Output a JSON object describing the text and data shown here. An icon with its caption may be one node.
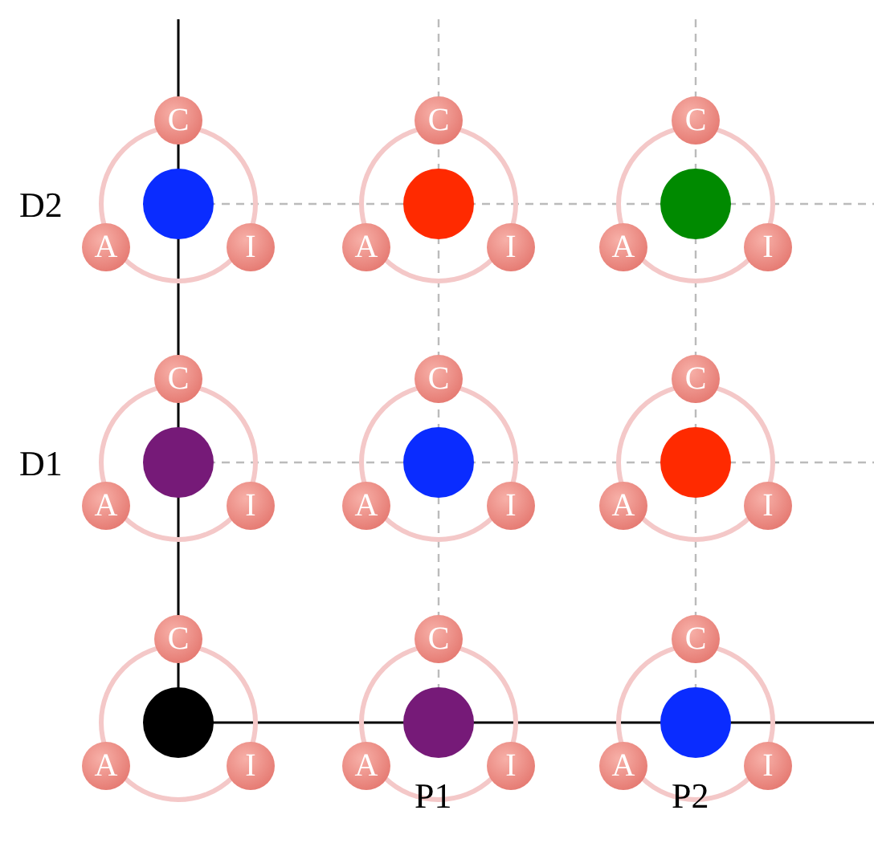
{
  "diagram": {
    "nodes": [
      {
        "text": [
          "C"
        ]
      },
      {
        "text": [],
        "shape": "circle"
      },
      {
        "text": [
          "A"
        ]
      },
      {
        "text": [
          "I"
        ]
      },
      {
        "text": [
          "C"
        ]
      },
      {
        "text": [],
        "shape": "circle"
      },
      {
        "text": [
          "A"
        ]
      },
      {
        "text": [
          "I"
        ]
      },
      {
        "text": [
          "C"
        ]
      },
      {
        "text": [],
        "shape": "circle"
      },
      {
        "text": [
          "A"
        ]
      },
      {
        "text": [
          "I"
        ]
      },
      {
        "text": [
          "C"
        ]
      },
      {
        "text": [],
        "shape": "circle"
      },
      {
        "text": [
          "A"
        ]
      },
      {
        "text": [
          "I"
        ]
      },
      {
        "text": [
          "C"
        ]
      },
      {
        "text": [],
        "shape": "circle"
      },
      {
        "text": [
          "A"
        ]
      },
      {
        "text": [
          "I"
        ]
      },
      {
        "text": [
          "C"
        ]
      },
      {
        "text": [],
        "shape": "circle"
      },
      {
        "text": [
          "A"
        ]
      },
      {
        "text": [
          "I"
        ]
      },
      {
        "text": [
          "C"
        ]
      },
      {
        "text": [],
        "shape": "circle"
      },
      {
        "text": [
          "A"
        ]
      },
      {
        "text": [
          "I"
        ]
      },
      {
        "text": [
          "C"
        ]
      },
      {
        "text": [],
        "shape": "circle"
      },
      {
        "text": [
          "A"
        ]
      },
      {
        "text": [
          "I"
        ]
      },
      {
        "text": [
          "C"
        ]
      },
      {
        "text": [],
        "shape": "circle"
      },
      {
        "text": [
          "A"
        ]
      },
      {
        "text": [
          "I"
        ]
      }
    ],
    "labels": [
      "D2",
      "D1",
      "P1",
      "P2"
    ]
  }
}
